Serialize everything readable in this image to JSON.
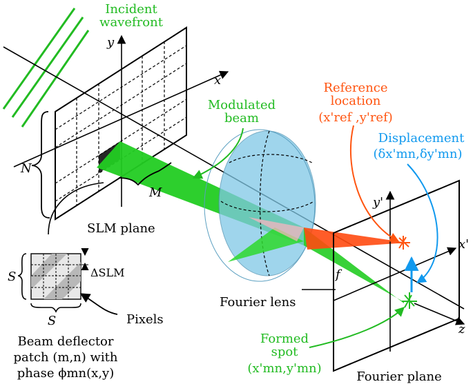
{
  "labels": {
    "incident_1": "Incident",
    "incident_2": "wavefront",
    "axis_y": "y",
    "axis_x": "x",
    "modulated_1": "Modulated",
    "modulated_2": "beam",
    "reference_1": "Reference",
    "reference_2": "location",
    "reference_coord": "(x'ref ,y'ref)",
    "displacement_1": "Displacement",
    "displacement_coord": "(δx'mn,δy'mn)",
    "label_N": "N",
    "label_M": "M",
    "slm_plane": "SLM plane",
    "axis_yp": "y'",
    "axis_xp": "x'",
    "label_S_left": "S",
    "delta_slm": "ΔSLM",
    "label_S_bottom": "S",
    "label_f": "f",
    "fourier_lens": "Fourier lens",
    "pixels": "Pixels",
    "axis_z": "z",
    "beam_1": "Beam deflector",
    "beam_2": "patch (m,n) with",
    "beam_3": "phase ϕmn(x,y)",
    "formed_1": "Formed",
    "formed_2": "spot",
    "formed_coord": "(x'mn,y'mn)",
    "fourier_plane": "Fourier plane"
  },
  "colors": {
    "green": "#22bb22",
    "orange": "#ff5511",
    "blue": "#1199ee",
    "lens": "#80c8e6",
    "black": "#000000"
  }
}
